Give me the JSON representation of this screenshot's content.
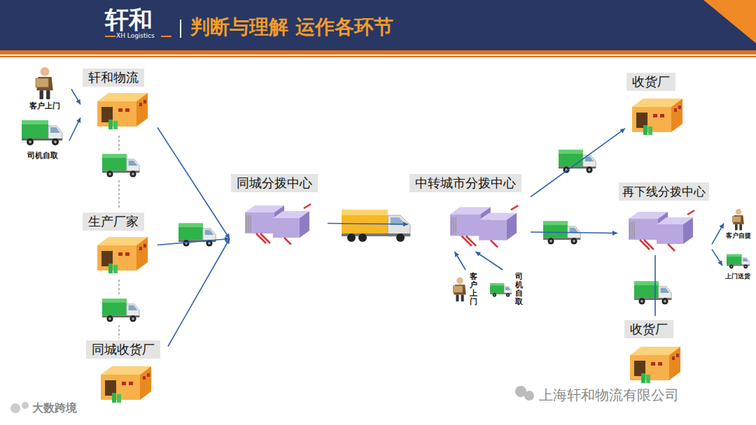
{
  "diagram": {
    "title": "判断与理解 运作各环节",
    "nodes": [
      {
        "text": [
          "客户上门"
        ]
      },
      {
        "text": [
          "司机自取"
        ]
      },
      {
        "text": [
          "轩和物流"
        ]
      },
      {
        "text": [
          "生产厂家"
        ]
      },
      {
        "text": [
          "同城收货厂"
        ]
      },
      {
        "text": [
          "同城分拨中心"
        ]
      },
      {
        "text": [
          "中转城市分拨中心"
        ]
      },
      {
        "text": [
          "客户上门"
        ]
      },
      {
        "text": [
          "司机自取"
        ]
      },
      {
        "text": [
          "收货厂"
        ]
      },
      {
        "text": [
          "再下线分拨中心"
        ]
      },
      {
        "text": [
          "客户自提"
        ]
      },
      {
        "text": [
          "上门送货"
        ]
      },
      {
        "text": [
          "收货厂"
        ]
      }
    ],
    "edges": [
      {
        "from": 0,
        "to": 2,
        "arrow": "to"
      },
      {
        "from": 1,
        "to": 2,
        "arrow": "to"
      },
      {
        "from": 2,
        "to": 5,
        "arrow": "to"
      },
      {
        "from": 3,
        "to": 5,
        "arrow": "to"
      },
      {
        "from": 4,
        "to": 5,
        "arrow": "to"
      },
      {
        "from": 5,
        "to": 6,
        "arrow": "to"
      },
      {
        "from": 7,
        "to": 6,
        "arrow": "to"
      },
      {
        "from": 8,
        "to": 6,
        "arrow": "to"
      },
      {
        "from": 6,
        "to": 9,
        "arrow": "to"
      },
      {
        "from": 6,
        "to": 10,
        "arrow": "to"
      },
      {
        "from": 10,
        "to": 11,
        "arrow": "to"
      },
      {
        "from": 10,
        "to": 12,
        "arrow": "to"
      },
      {
        "from": 10,
        "to": 13,
        "arrow": "none"
      }
    ],
    "labels": [
      "轩和",
      "XH Logistics",
      "上海轩和物流有限公司",
      "大数跨境"
    ]
  }
}
